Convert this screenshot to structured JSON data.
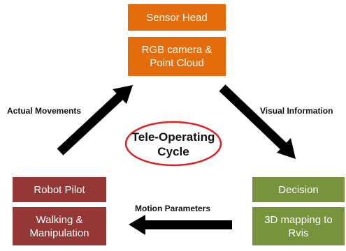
{
  "nodes": {
    "sensor_head": {
      "title": "Sensor Head",
      "detail_line1": "RGB camera &",
      "detail_line2": "Point Cloud"
    },
    "robot_pilot": {
      "title": "Robot Pilot",
      "detail_line1": "Walking &",
      "detail_line2": "Manipulation"
    },
    "decision": {
      "title": "Decision",
      "detail_line1": "3D mapping to",
      "detail_line2": "Rvis"
    }
  },
  "edges": {
    "actual_movements": "Actual Movements",
    "visual_information": "Visual Information",
    "motion_parameters": "Motion Parameters"
  },
  "center": {
    "line1": "Tele-Operating",
    "line2": "Cycle"
  },
  "colors": {
    "sensor_orange": "#E46C0A",
    "robot_red": "#953735",
    "decision_green": "#77933C",
    "ellipse_red": "#E02020",
    "arrow_black": "#000000"
  }
}
